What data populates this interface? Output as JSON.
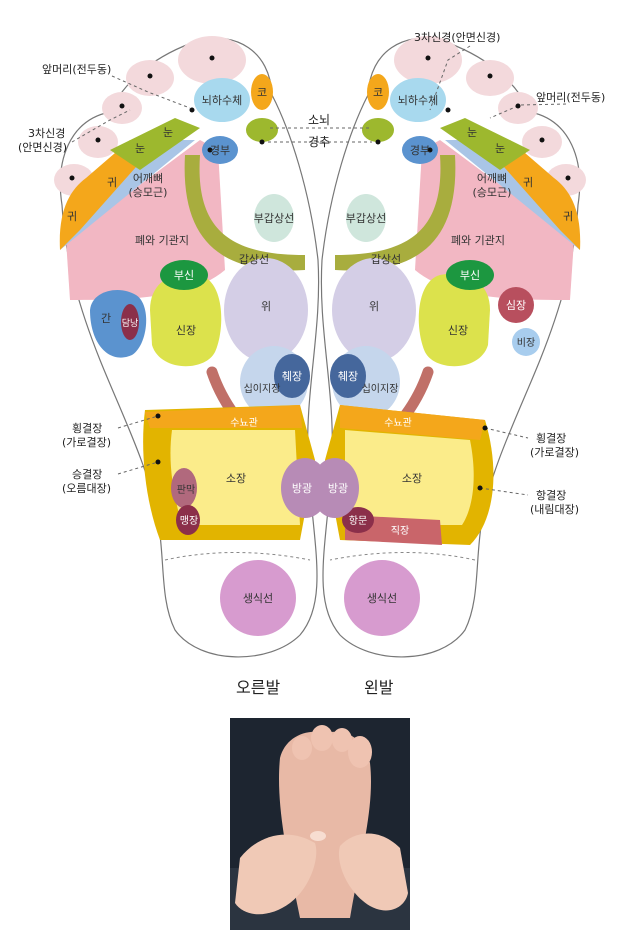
{
  "captions": {
    "right_foot": "오른발",
    "left_foot": "왼발"
  },
  "callouts": {
    "forehead_right": [
      "앞머리(전두동)"
    ],
    "trigeminal_right": [
      "3차신경",
      "(안면신경)"
    ],
    "trigeminal_left": [
      "3차신경(안면신경)"
    ],
    "forehead_left": [
      "앞머리(전두동)"
    ],
    "cerebellum": "소뇌",
    "cervical": "경추",
    "transverse_colon_right": [
      "횡결장",
      "(가로결장)"
    ],
    "ascending_colon": [
      "승결장",
      "(오름대장)"
    ],
    "transverse_colon_left": [
      "횡결장",
      "(가로결장)"
    ],
    "descending_colon": [
      "항결장",
      "(내림대장)"
    ]
  },
  "zones": {
    "pituitary": "뇌하수체",
    "nose": "코",
    "neck": "경부",
    "eye": "눈",
    "ear": "귀",
    "shoulder": [
      "어깨뼈",
      "(승모근)"
    ],
    "lung": "폐와 기관지",
    "parathyroid": "부갑상선",
    "thyroid": "갑상선",
    "adrenal": "부신",
    "stomach": "위",
    "liver": "간",
    "gallbladder": "담낭",
    "kidney": "신장",
    "pancreas": "췌장",
    "duodenum": "십이지장",
    "ureter": "수뇨관",
    "small_intestine": "소장",
    "bladder": "방광",
    "appendix": "판막",
    "cecum": "맹장",
    "heart": "심장",
    "spleen": "비장",
    "anus": "항문",
    "rectum": "직장",
    "genital": "생식선"
  },
  "colors": {
    "toe_pink": "#f3d9dc",
    "sinus_pink": "#f2d2d8",
    "pituitary": "#a8d9ee",
    "nose_orange": "#f4a71b",
    "cerebellum_green": "#9db82e",
    "neck_blue": "#5b93cf",
    "ear_orange": "#f4a71b",
    "eye_green": "#9db82e",
    "shoulder_blue": "#a9c5e6",
    "lung_pink": "#f2b7c3",
    "thyroid_olive": "#a8ad3e",
    "parathyroid": "#cfe6dc",
    "stomach": "#d4cee6",
    "duodenum": "#c5d6ec",
    "pancreas": "#45679c",
    "kidney": "#dce24c",
    "adrenal": "#1c9740",
    "liver": "#5b93cf",
    "gallbladder": "#8b2f4a",
    "ureter": "#c07068",
    "colon_orange": "#f4a71b",
    "colon_gold": "#e2b400",
    "small_intestine": "#fbec8a",
    "bladder": "#b78bb6",
    "rectum": "#c9656a",
    "heart": "#b84f5e",
    "spleen": "#a8cdee",
    "genital": "#d79bcf"
  },
  "photo": {
    "subject": "hands-massaging-foot-sole"
  }
}
